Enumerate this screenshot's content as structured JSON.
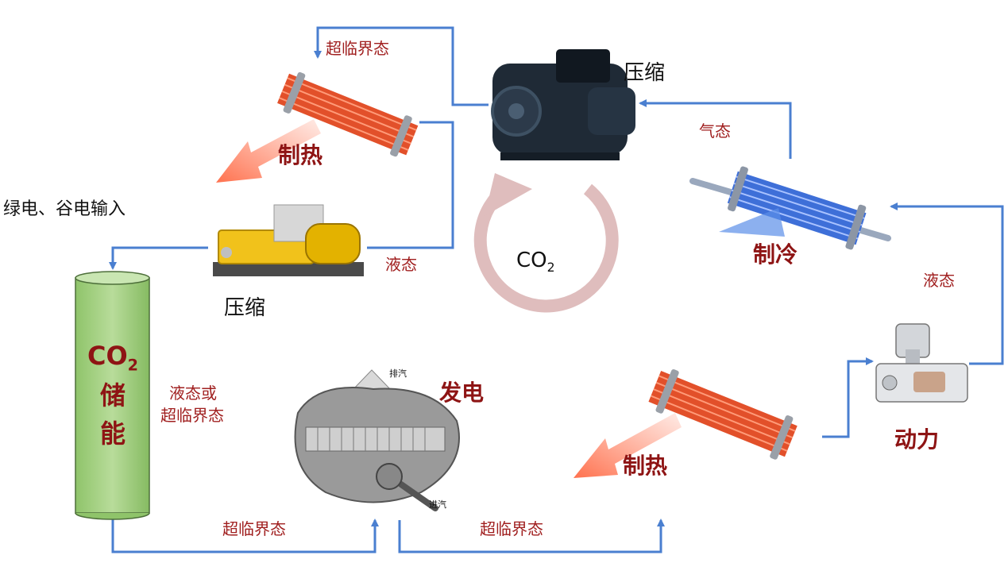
{
  "diagram": {
    "input_label": "绿电、谷电输入",
    "center_label": "CO",
    "center_sub": "2",
    "storage": {
      "line1": "CO",
      "line1_sub": "2",
      "line2": "储",
      "line3": "能"
    },
    "labels": {
      "supercritical_top": "超临界态",
      "compress_top": "压缩",
      "heating_top": "制热",
      "liquid_mid": "液态",
      "compress_left": "压缩",
      "gaseous": "气态",
      "cooling": "制冷",
      "liquid_right": "液态",
      "power": "动力",
      "storage_state_1": "液态或",
      "storage_state_2": "超临界态",
      "power_gen": "发电",
      "supercritical_bottom_left": "超临界态",
      "supercritical_bottom_mid": "超临界态",
      "heating_bottom": "制热",
      "turbine_exhaust": "排汽",
      "turbine_intake": "进汽"
    },
    "colors": {
      "flow_line": "#4a7fd0",
      "label_red": "#a01f1f",
      "tank_fill": "#a9d48a",
      "heat_pipe": "#e2502a",
      "cool_pipe": "#3e6fd8",
      "cycle_ring": "#dfbdbd"
    }
  }
}
